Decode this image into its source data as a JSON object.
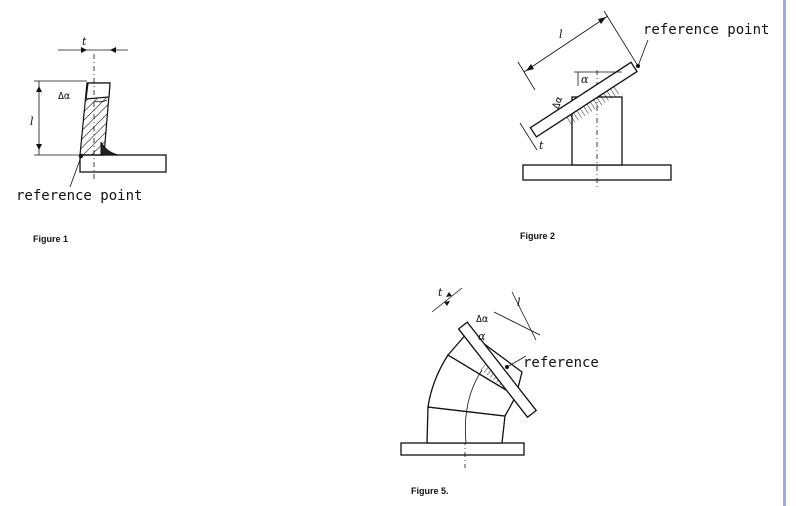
{
  "figure1": {
    "caption": "Figure 1",
    "reference_label": "reference point",
    "dim_thickness": "t",
    "dim_length": "l",
    "dim_angle": "Δα"
  },
  "figure2": {
    "caption": "Figure 2",
    "reference_label": "reference point",
    "dim_length": "l",
    "dim_angle": "Δα",
    "dim_alpha": "α",
    "dim_thickness": "t"
  },
  "figure5": {
    "caption": "Figure 5.",
    "reference_label": "reference",
    "dim_thickness": "t",
    "dim_angle": "Δα",
    "dim_alpha": "α",
    "dim_length": "l"
  }
}
